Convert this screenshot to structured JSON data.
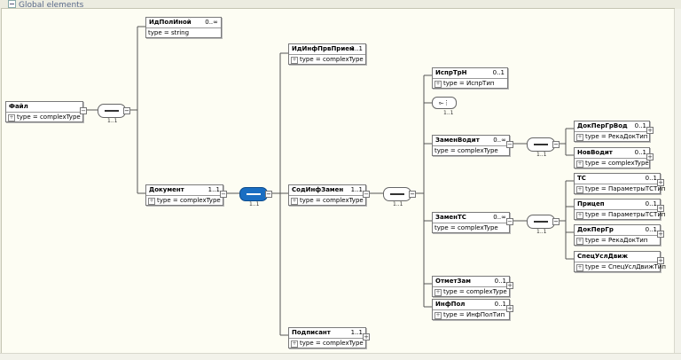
{
  "panel": {
    "title": "Global elements"
  },
  "elements": {
    "fail": {
      "name": "Файл",
      "card": "",
      "type": "type = complexType"
    },
    "idpol": {
      "name": "ИдПолИной",
      "card": "0..∞",
      "type": "type = string"
    },
    "dokument": {
      "name": "Документ",
      "card": "1..1",
      "type": "type = complexType"
    },
    "idinf": {
      "name": "ИдИнфПрвПрием",
      "card": "1..1",
      "type": "type = complexType"
    },
    "sodinf": {
      "name": "СодИнфЗамен",
      "card": "1..1",
      "type": "type = complexType"
    },
    "podpis": {
      "name": "Подписант",
      "card": "1..1",
      "type": "type = complexType"
    },
    "isprtrn": {
      "name": "ИспрТрН",
      "card": "0..1",
      "type": "type = ИспрТип"
    },
    "zamenvod": {
      "name": "ЗаменВодит",
      "card": "0..∞",
      "type": "type = complexType"
    },
    "zaments": {
      "name": "ЗаменТС",
      "card": "0..∞",
      "type": "type = complexType"
    },
    "otmet": {
      "name": "ОтметЗам",
      "card": "0..1",
      "type": "type = complexType"
    },
    "infpol": {
      "name": "ИнфПол",
      "card": "0..1",
      "type": "type = ИнфПолТип"
    },
    "dokpergrvod": {
      "name": "ДокПерГрВод",
      "card": "0..1",
      "type": "type = РекаДокТип"
    },
    "novvod": {
      "name": "НовВодит",
      "card": "0..1",
      "type": "type = complexType"
    },
    "ts": {
      "name": "ТС",
      "card": "0..1",
      "type": "type = ПараметрыТСТип"
    },
    "pricep": {
      "name": "Прицеп",
      "card": "0..1",
      "type": "type = ПараметрыТСТип"
    },
    "dokpergr": {
      "name": "ДокПерГр",
      "card": "0..1",
      "type": "type = РекаДокТип"
    },
    "specusl": {
      "name": "СпецУслДвиж",
      "card": "",
      "type": "type = СпецУслДвижТип"
    }
  },
  "cards": {
    "c1": "1..1",
    "c2": "1..1",
    "c3": "1..1",
    "c4": "1..1",
    "c5": "1..1",
    "c6": "1..1"
  }
}
